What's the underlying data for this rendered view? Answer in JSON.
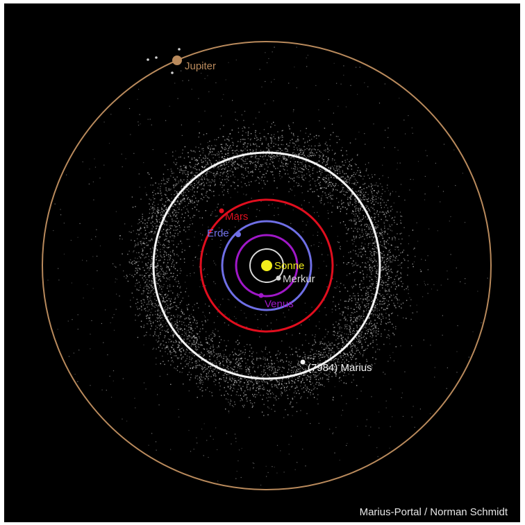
{
  "bodies": {
    "sun": {
      "label": "Sonne",
      "color": "#f2ee1c"
    },
    "mercury": {
      "label": "Merkur",
      "color": "#d8d8d8"
    },
    "venus": {
      "label": "Venus",
      "color": "#a018c8"
    },
    "earth": {
      "label": "Erde",
      "color": "#6f6fe6"
    },
    "mars": {
      "label": "Mars",
      "color": "#e00e1e"
    },
    "marius": {
      "label": "(7984) Marius",
      "color": "#f4f4f4"
    },
    "jupiter": {
      "label": "Jupiter",
      "color": "#b98a5c"
    }
  },
  "belt_color": "#bdbdbd",
  "background_color": "#000000",
  "credit": "Marius-Portal / Norman Schmidt"
}
